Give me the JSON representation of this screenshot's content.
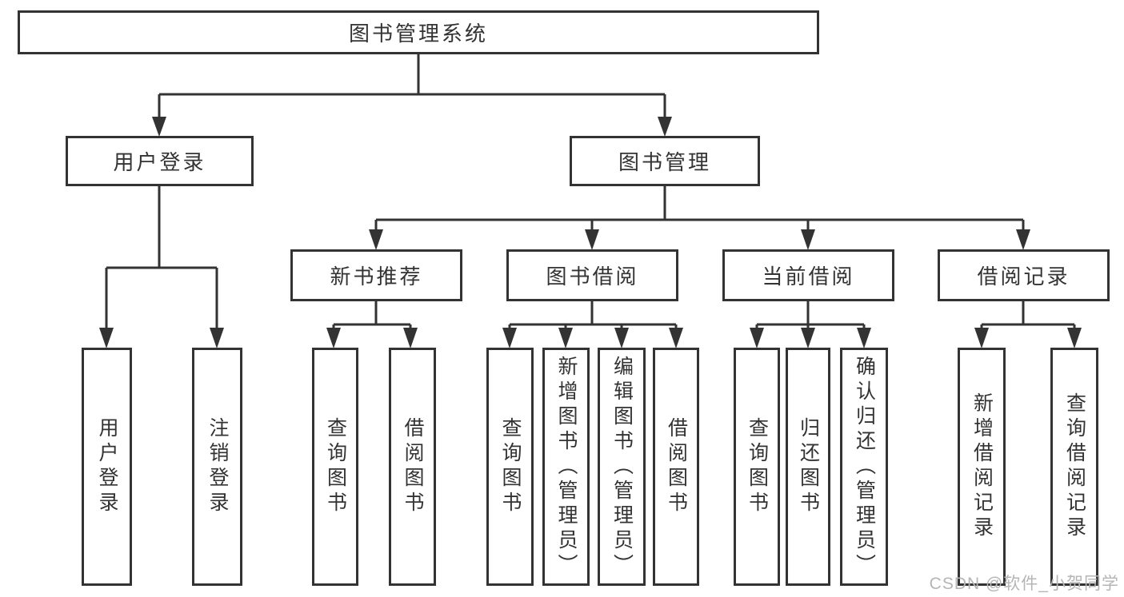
{
  "diagram": {
    "title": "图书管理系统",
    "children": [
      {
        "label": "用户登录",
        "children": [
          {
            "label": "用户登录"
          },
          {
            "label": "注销登录"
          }
        ]
      },
      {
        "label": "图书管理",
        "children": [
          {
            "label": "新书推荐",
            "children": [
              {
                "label": "查询图书"
              },
              {
                "label": "借阅图书"
              }
            ]
          },
          {
            "label": "图书借阅",
            "children": [
              {
                "label": "查询图书"
              },
              {
                "label": "新增图书（管理员）"
              },
              {
                "label": "编辑图书（管理员）"
              },
              {
                "label": "借阅图书"
              }
            ]
          },
          {
            "label": "当前借阅",
            "children": [
              {
                "label": "查询图书"
              },
              {
                "label": "归还图书"
              },
              {
                "label": "确认归还（管理员）"
              }
            ]
          },
          {
            "label": "借阅记录",
            "children": [
              {
                "label": "新增借阅记录"
              },
              {
                "label": "查询借阅记录"
              }
            ]
          }
        ]
      }
    ]
  },
  "watermark": {
    "text": "CSDN @软件_小贺同学"
  },
  "colors": {
    "line": "#333333",
    "text": "#333333",
    "box_background": "#ffffff",
    "watermark": "#b5b5b5",
    "background": "#ffffff"
  }
}
